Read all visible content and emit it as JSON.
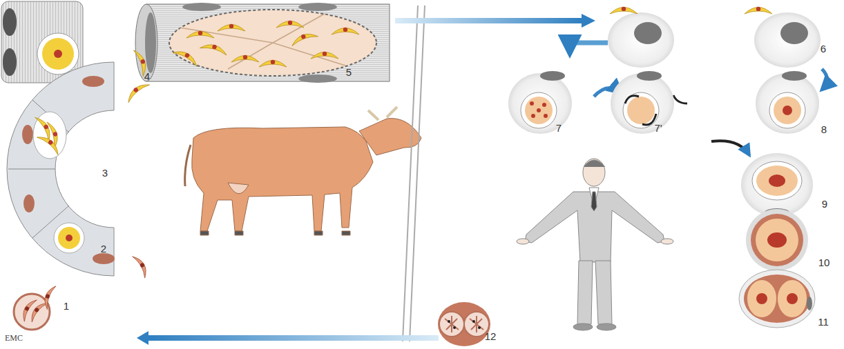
{
  "diagram": {
    "labels": [
      "4",
      "5",
      "6",
      "3",
      "7",
      "7'",
      "8",
      "9",
      "2",
      "10",
      "1",
      "11",
      "12",
      "EMC"
    ]
  }
}
